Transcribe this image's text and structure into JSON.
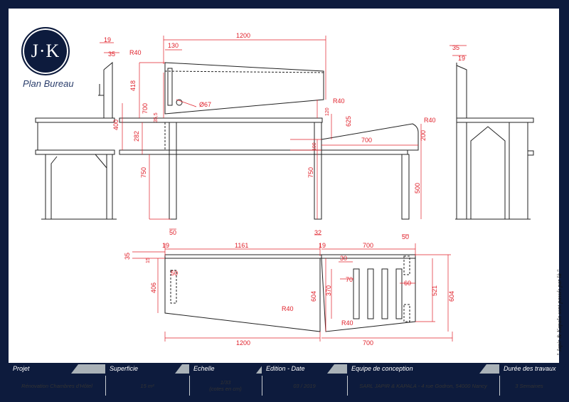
{
  "brand": {
    "logo_text": "J·K",
    "plan_title": "Plan Bureau"
  },
  "side_note": "\" Japir & Kapala sont passés par là \"",
  "dimensions": {
    "d1200_top": "1200",
    "d130": "130",
    "r40_a": "R40",
    "d418": "418",
    "d700": "700",
    "d400": "400",
    "d282": "282",
    "d750_a": "750",
    "d19_a": "19",
    "d35_a": "35",
    "d67": "Ø67",
    "d35_5": "35,5",
    "r40_b": "R40",
    "d120": "120",
    "d625": "625",
    "d190": "190",
    "d750_b": "750",
    "r40_c": "R40",
    "d700_b": "700",
    "d200": "200",
    "d500": "500",
    "d50_a": "50",
    "d32": "32",
    "d50_b": "50",
    "d35_r": "35",
    "d19_r": "19",
    "d19_b": "19",
    "d1161": "1161",
    "d19_c": "19",
    "d700_c": "700",
    "d35_b": "35",
    "d15": "15",
    "d50_c": "50",
    "d406": "406",
    "d30": "30",
    "d70": "70",
    "d604_a": "604",
    "d370": "370",
    "d60": "60",
    "d521": "521",
    "d604_b": "604",
    "r40_d": "R40",
    "r40_e": "R40",
    "d1200_b": "1200",
    "d700_d": "700"
  },
  "title_block": {
    "headers": [
      "Projet",
      "Superficie",
      "Echelle",
      "Edition - Date",
      "Equipe de conception",
      "Durée des travaux"
    ],
    "values": [
      "Rénovation Chambres d'Hôtel",
      "15 m²",
      "1/33",
      "(cotes en cm)",
      "03 / 2019",
      "SARL JAPIR & KAPALA - 4 rue Godron, 54000 Nancy",
      "3 Semaines"
    ]
  },
  "colors": {
    "frame": "#0d1b3d",
    "dimension": "#e0202a",
    "drawing": "#222222"
  }
}
